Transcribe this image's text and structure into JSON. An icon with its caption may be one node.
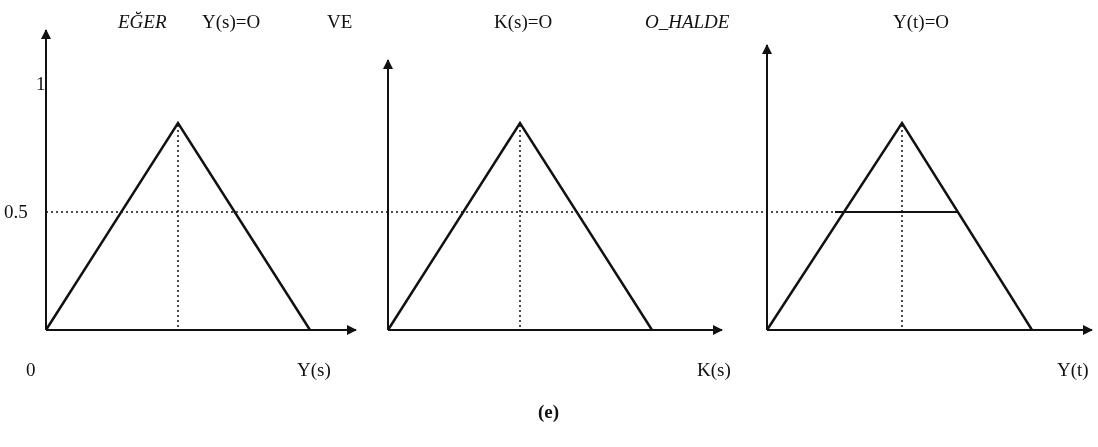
{
  "diagram": {
    "caption": "(e)",
    "labels": [
      "EĞER",
      "Y(s)=O",
      "VE",
      "K(s)=O",
      "O_HALDE",
      "Y(t)=O",
      "1",
      "0.5",
      "0",
      "Y(s)",
      "K(s)",
      "Y(t)"
    ]
  }
}
